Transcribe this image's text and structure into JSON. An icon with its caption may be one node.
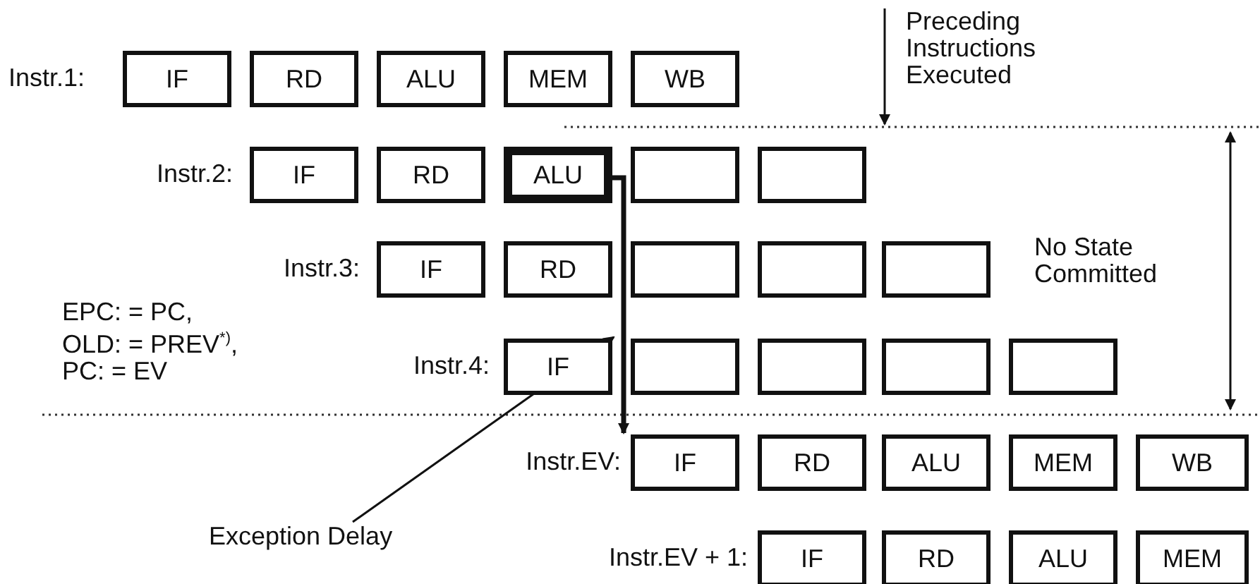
{
  "diagram": {
    "nodes": [
      {
        "text": [
          "IF"
        ]
      },
      {
        "text": [
          "RD"
        ]
      },
      {
        "text": [
          "ALU"
        ]
      },
      {
        "text": [
          "MEM"
        ]
      },
      {
        "text": [
          "WB"
        ]
      },
      {
        "text": [
          "IF"
        ]
      },
      {
        "text": [
          "RD"
        ]
      },
      {
        "text": [
          "ALU"
        ]
      },
      {
        "text": [],
        "shape": "box"
      },
      {
        "text": [],
        "shape": "box"
      },
      {
        "text": [
          "IF"
        ]
      },
      {
        "text": [
          "RD"
        ]
      },
      {
        "text": [],
        "shape": "box"
      },
      {
        "text": [],
        "shape": "box"
      },
      {
        "text": [],
        "shape": "box"
      },
      {
        "text": [
          "IF"
        ]
      },
      {
        "text": [],
        "shape": "box"
      },
      {
        "text": [],
        "shape": "box"
      },
      {
        "text": [],
        "shape": "box"
      },
      {
        "text": [],
        "shape": "box"
      },
      {
        "text": [
          "IF"
        ]
      },
      {
        "text": [
          "RD"
        ]
      },
      {
        "text": [
          "ALU"
        ]
      },
      {
        "text": [
          "MEM"
        ]
      },
      {
        "text": [
          "WB"
        ]
      },
      {
        "text": [
          "Exception Delay"
        ]
      },
      {
        "text": [
          "IF"
        ]
      },
      {
        "text": [
          "RD"
        ]
      },
      {
        "text": [
          "ALU"
        ]
      },
      {
        "text": [
          "MEM"
        ]
      }
    ],
    "edges": [
      {
        "from": 7,
        "to": 20,
        "arrow": "to",
        "style": "thick"
      },
      {
        "from": 25,
        "to": 15,
        "arrow": "to"
      }
    ],
    "labels": [
      "Instr.1:",
      "Preceding Instructions Executed",
      "Instr.2:",
      "Instr.3:",
      "No State Committed",
      "EPC: = PC, OLD: = PREV$^{*)}$, PC: = EV",
      "Instr.4:",
      "Instr.EV:",
      "Instr.EV + 1:"
    ]
  }
}
